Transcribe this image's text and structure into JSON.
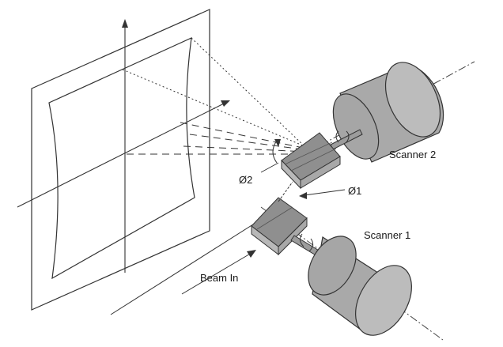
{
  "labels": {
    "scanner_2": "Scanner 2",
    "scanner_1": "Scanner 1",
    "phi_2": "Ø2",
    "phi_1": "Ø1",
    "beam_in": "Beam In"
  },
  "colors": {
    "line": "#333333",
    "body_fill": "#a9a9a9",
    "body_face": "#bdbdbd",
    "mirror_top": "#8f8f8f",
    "mirror_face": "#b8b8b8",
    "shaft": "#9c9c9c"
  }
}
